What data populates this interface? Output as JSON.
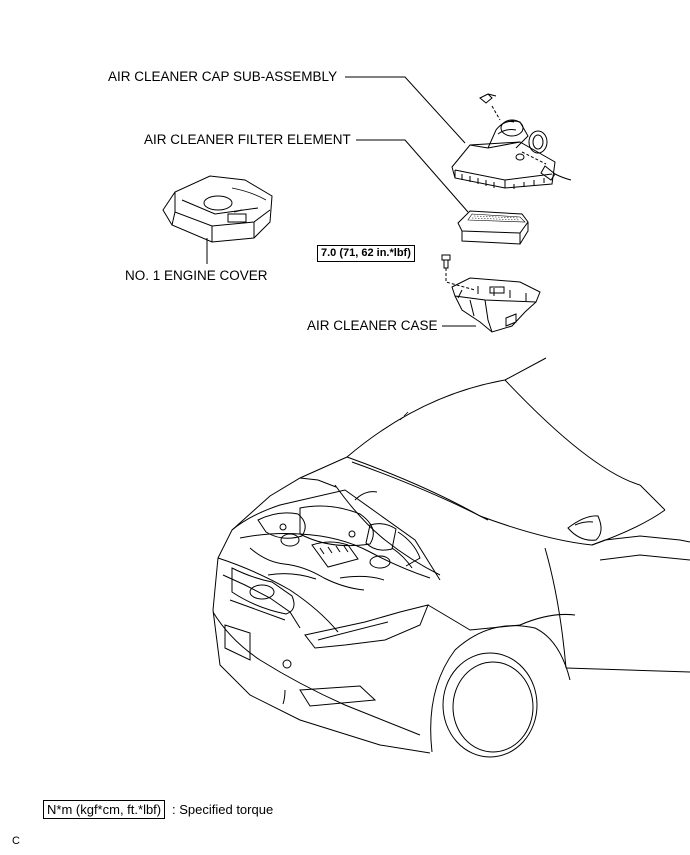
{
  "labels": {
    "cap": "AIR CLEANER CAP SUB-ASSEMBLY",
    "filter": "AIR CLEANER FILTER ELEMENT",
    "engine_cover": "NO. 1 ENGINE COVER",
    "case": "AIR CLEANER CASE"
  },
  "torque_spec": "7.0 (71, 62 in.*lbf)",
  "legend": {
    "unit_box": "N*m (kgf*cm, ft.*lbf)",
    "description": ": Specified torque"
  },
  "figure_code": "C"
}
